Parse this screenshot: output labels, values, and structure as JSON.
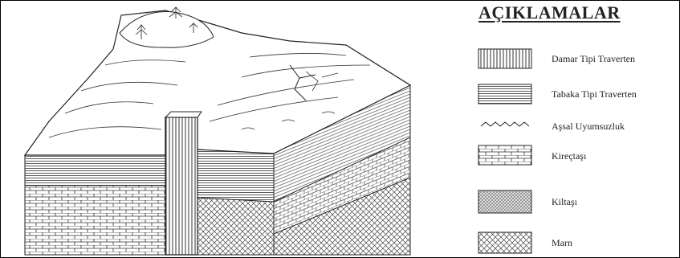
{
  "legend": {
    "title": "AÇIKLAMALAR",
    "items": [
      {
        "symbol": "vertical-hatch",
        "label": "Damar Tipi Traverten"
      },
      {
        "symbol": "horizontal-lines",
        "label": "Tabaka Tipi Traverten"
      },
      {
        "symbol": "wavy-line",
        "label": "Aşsal Uyumsuzluk"
      },
      {
        "symbol": "brick-pattern",
        "label": "Kireçtaşı"
      },
      {
        "symbol": "dense-crosshatch",
        "label": "Kiltaşı"
      },
      {
        "symbol": "crosshatch",
        "label": "Marn"
      }
    ]
  },
  "colors": {
    "ink": "#222222",
    "paper": "#ffffff",
    "shade": "#cccccc"
  }
}
